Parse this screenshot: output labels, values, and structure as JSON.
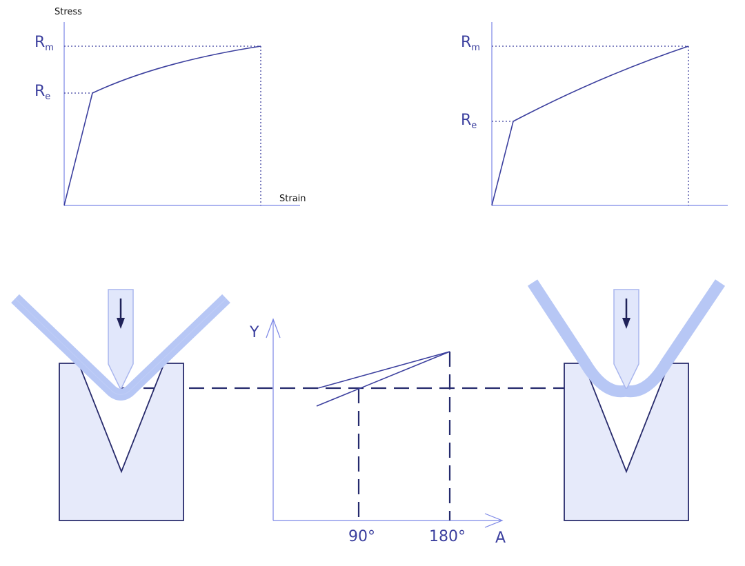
{
  "colors": {
    "axis": "#7b86e6",
    "curve": "#3b3f9e",
    "dotted": "#3b3f9e",
    "die_fill": "#e6eafa",
    "die_stroke": "#272a6b",
    "sheet_fill": "#b7c7f5",
    "sheet_stroke": "#8fa6ee",
    "punch_fill": "#e1e7fb",
    "dash": "#252a6d",
    "arrow": "#1f2259"
  },
  "left_chart": {
    "y_axis_label": "Stress",
    "x_axis_label": "Strain",
    "rm_main": "R",
    "rm_sub": "m",
    "re_main": "R",
    "re_sub": "e"
  },
  "right_chart": {
    "rm_main": "R",
    "rm_sub": "m",
    "re_main": "R",
    "re_sub": "e"
  },
  "center_graph": {
    "y_label": "Y",
    "x_label": "A",
    "tick_90": "90°",
    "tick_180": "180°"
  }
}
